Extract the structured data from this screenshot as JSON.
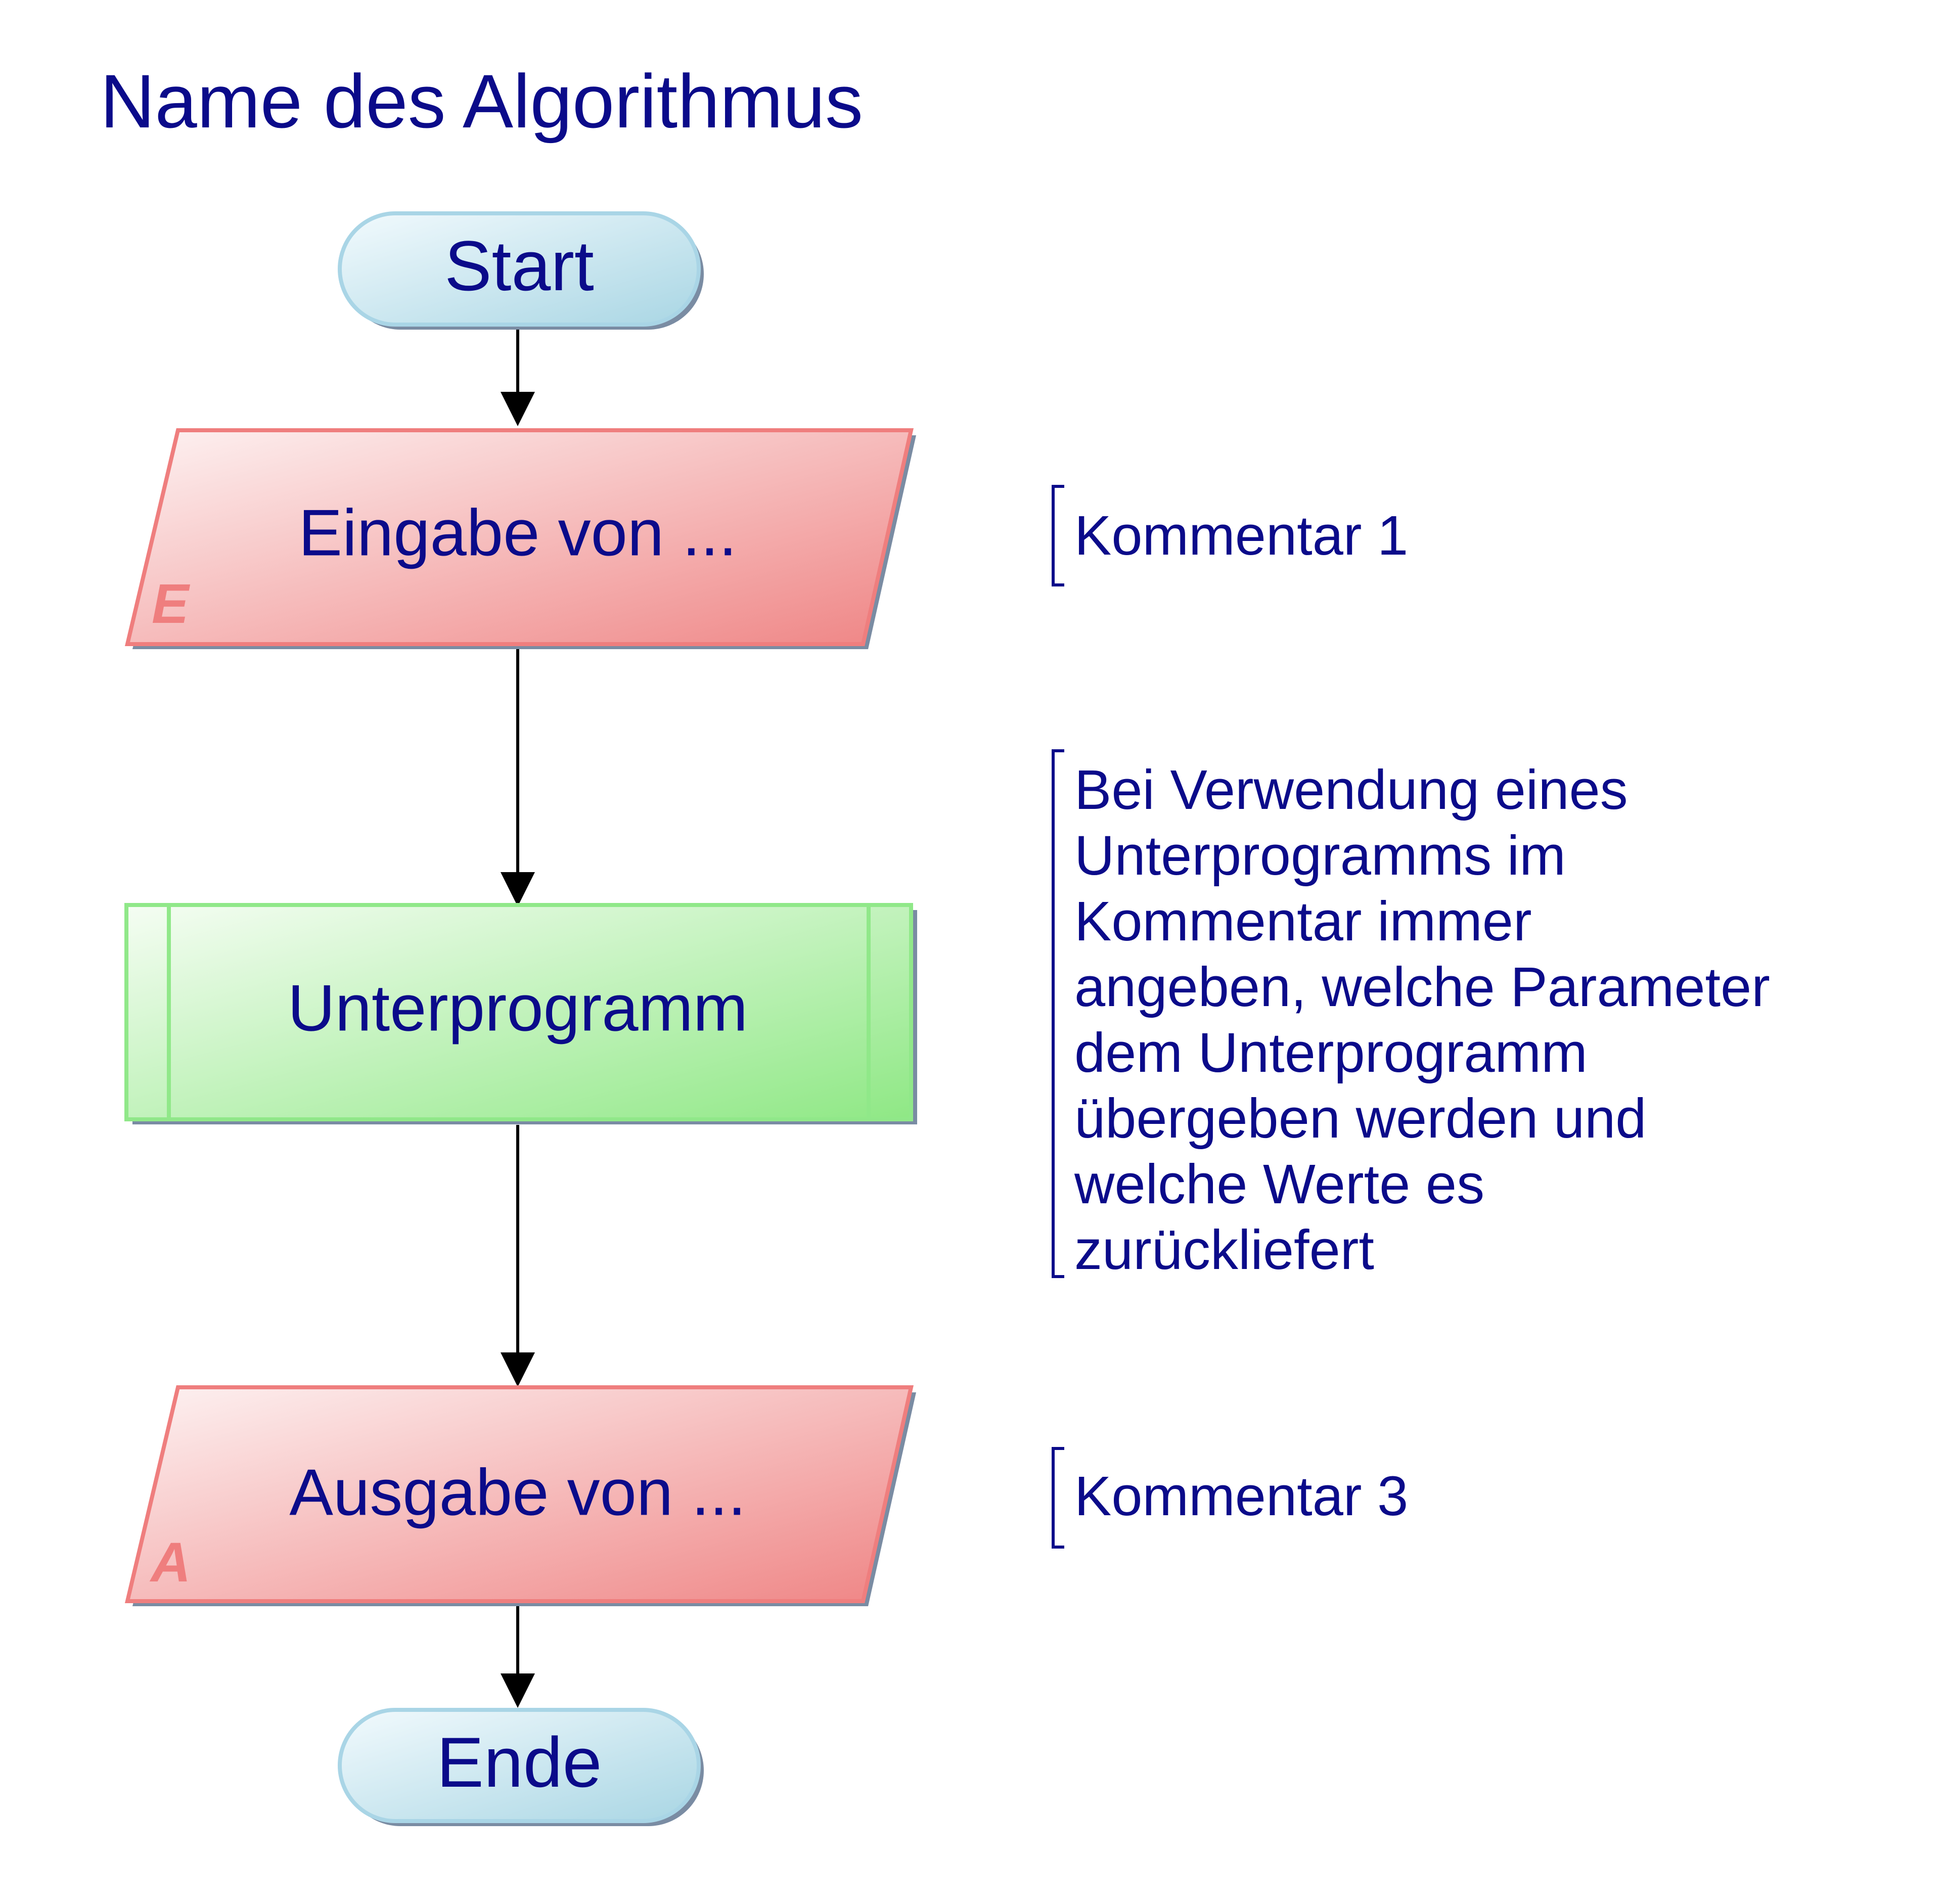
{
  "title": "Name des Algorithmus",
  "nodes": {
    "start": {
      "label": "Start"
    },
    "input": {
      "label": "Eingabe von ...",
      "marker": "E"
    },
    "subroutine": {
      "label": "Unterprogramm"
    },
    "output": {
      "label": "Ausgabe von ...",
      "marker": "A"
    },
    "end": {
      "label": "Ende"
    }
  },
  "comments": {
    "comment1": {
      "lines": [
        "Kommentar 1"
      ]
    },
    "comment2": {
      "lines": [
        "Bei Verwendung eines",
        "Unterprogramms im",
        "Kommentar immer",
        "angeben, welche Parameter",
        "dem Unterprogramm",
        "übergeben werden und",
        "welche Werte es",
        "zurückliefert"
      ]
    },
    "comment3": {
      "lines": [
        "Kommentar 3"
      ]
    }
  },
  "colors": {
    "text": "#0b0b8a",
    "terminal_fill_light": "#f2fafd",
    "terminal_fill_dark": "#a9d6e4",
    "terminal_stroke": "#a9d5e6",
    "io_fill_light": "#fdf2f2",
    "io_fill_dark": "#ef8585",
    "io_stroke": "#ef7e7e",
    "sub_fill_light": "#f5fdf3",
    "sub_fill_dark": "#8fe885",
    "sub_stroke": "#90e889",
    "shadow": "#7a8ca3",
    "arrow": "#000000"
  }
}
